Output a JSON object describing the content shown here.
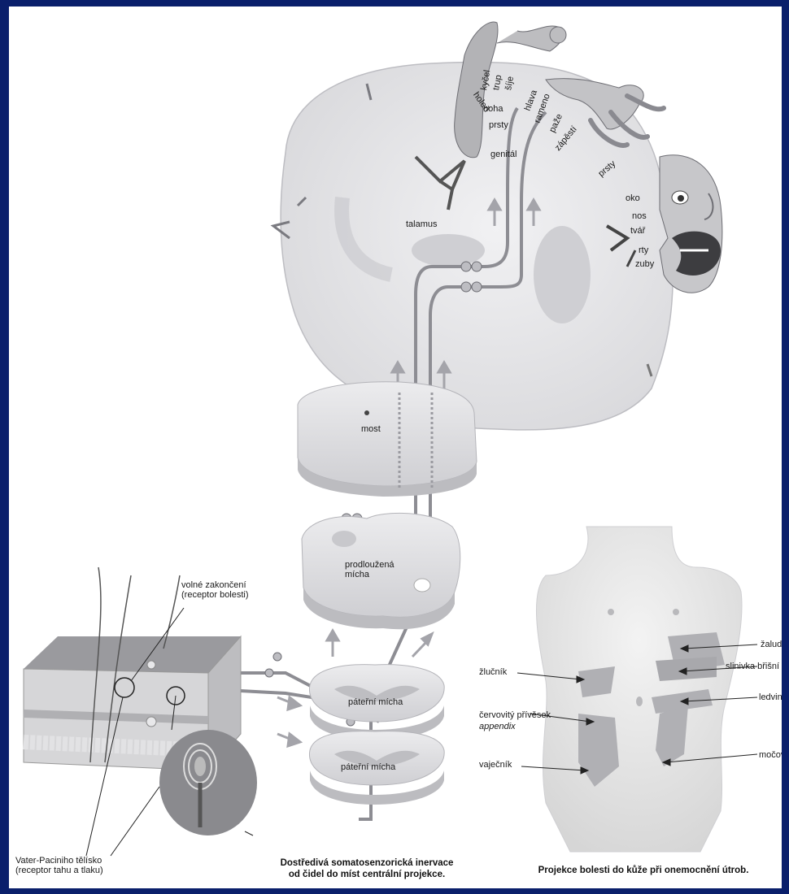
{
  "brain_labels": {
    "holen": "holeň",
    "kycel": "kyčel",
    "trup": "trup",
    "sije": "šíje",
    "hlava": "hlava",
    "rameno": "rameno",
    "noha": "noha",
    "paze": "paže",
    "prsty_leg": "prsty",
    "zapesti": "zápěstí",
    "genital": "genitál",
    "prsty_hand": "prsty",
    "oko": "oko",
    "nos": "nos",
    "tvar": "tvář",
    "rty": "rty",
    "zuby": "zuby",
    "talamus": "talamus"
  },
  "pathway_labels": {
    "most": "most",
    "prodlouzena_micha": "prodloužená\nmícha",
    "paterni_micha_1": "páteřní mícha",
    "paterni_micha_2": "páteřní mícha"
  },
  "skin_labels": {
    "volne_zakonceni": "volné zakončení\n(receptor bolesti)",
    "vater_pacini": "Vater-Paciniho tělísko\n(receptor tahu a tlaku)"
  },
  "torso_labels": {
    "zaludek": "žaludek",
    "zlucnik": "žlučník",
    "slinivka": "slinivka břišní",
    "ledviny": "ledviny",
    "cervovity": "červovitý přívěsek",
    "appendix": "appendix",
    "mocovod": "močovod",
    "vajecnik": "vaječník"
  },
  "captions": {
    "left": "Dostředivá somatosenzorická inervace\nod čidel do míst centrální projekce.",
    "right": "Projekce bolesti do kůže při onemocnění útrob."
  },
  "colors": {
    "border": "#0a1f6b",
    "tissue": "#e8e8ea",
    "tissue_dark": "#c9c9cc",
    "nerve": "#9a9aa0"
  }
}
